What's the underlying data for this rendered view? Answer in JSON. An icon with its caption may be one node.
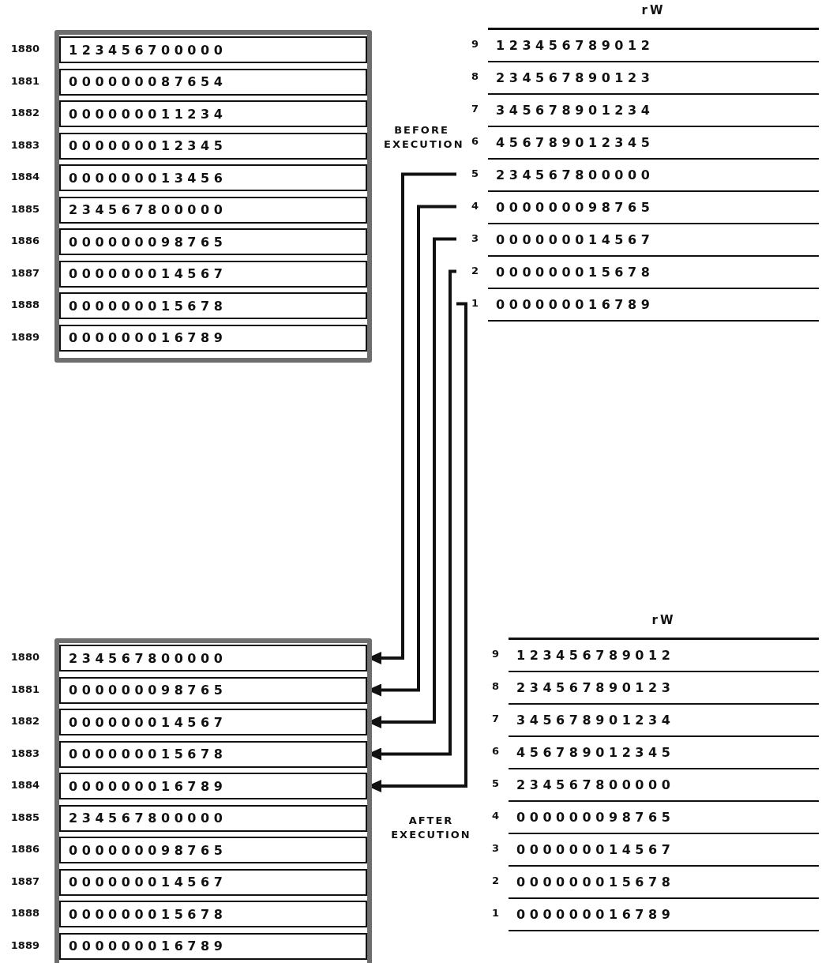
{
  "diagram": {
    "nodes": [
      {
        "text": [],
        "shape": "box"
      },
      {
        "text": [
          "1 2 3 4 5 6 7 0 0 0 0 0"
        ],
        "beside": [
          "1880"
        ],
        "in": 0
      },
      {
        "text": [
          "0 0 0 0 0 0 0 8 7 6 5 4"
        ],
        "beside": [
          "1881"
        ],
        "in": 0
      },
      {
        "text": [
          "0 0 0 0 0 0 0 1 1 2 3 4"
        ],
        "beside": [
          "1882"
        ],
        "in": 0
      },
      {
        "text": [
          "0 0 0 0 0 0 0 1 2 3 4 5"
        ],
        "beside": [
          "1883"
        ],
        "in": 0
      },
      {
        "text": [
          "0 0 0 0 0 0 0 1 3 4 5 6"
        ],
        "beside": [
          "1884"
        ],
        "in": 0
      },
      {
        "text": [
          "2 3 4 5 6 7 8 0 0 0 0 0"
        ],
        "beside": [
          "1885"
        ],
        "in": 0
      },
      {
        "text": [
          "0 0 0 0 0 0 0 9 8 7 6 5"
        ],
        "beside": [
          "1886"
        ],
        "in": 0
      },
      {
        "text": [
          "0 0 0 0 0 0 0 1 4 5 6 7"
        ],
        "beside": [
          "1887"
        ],
        "in": 0
      },
      {
        "text": [
          "0 0 0 0 0 0 0 1 5 6 7 8"
        ],
        "beside": [
          "1888"
        ],
        "in": 0
      },
      {
        "text": [
          "0 0 0 0 0 0 0 1 6 7 8 9"
        ],
        "beside": [
          "1889"
        ],
        "in": 0
      },
      {
        "text": [
          "rW"
        ]
      },
      {
        "text": [
          "1 2 3 4 5 6 7 8 9 0 1 2"
        ],
        "beside": [
          "9"
        ],
        "in": 11
      },
      {
        "text": [
          "2 3 4 5 6 7 8 9 0 1 2 3"
        ],
        "beside": [
          "8"
        ],
        "in": 11
      },
      {
        "text": [
          "3 4 5 6 7 8 9 0 1 2 3 4"
        ],
        "beside": [
          "7"
        ],
        "in": 11
      },
      {
        "text": [
          "4 5 6 7 8 9 0 1 2 3 4 5"
        ],
        "beside": [
          "6"
        ],
        "in": 11
      },
      {
        "text": [
          "2 3 4 5 6 7 8 0 0 0 0 0"
        ],
        "beside": [
          "5"
        ],
        "in": 11
      },
      {
        "text": [
          "0 0 0 0 0 0 0 9 8 7 6 5"
        ],
        "beside": [
          "4"
        ],
        "in": 11
      },
      {
        "text": [
          "0 0 0 0 0 0 0 1 4 5 6 7"
        ],
        "beside": [
          "3"
        ],
        "in": 11
      },
      {
        "text": [
          "0 0 0 0 0 0 0 1 5 6 7 8"
        ],
        "beside": [
          "2"
        ],
        "in": 11
      },
      {
        "text": [
          "0 0 0 0 0 0 0 1 6 7 8 9"
        ],
        "beside": [
          "1"
        ],
        "in": 11
      },
      {
        "text": [],
        "shape": "box"
      },
      {
        "text": [
          "2 3 4 5 6 7 8 0 0 0 0 0"
        ],
        "beside": [
          "1880"
        ],
        "in": 21
      },
      {
        "text": [
          "0 0 0 0 0 0 0 9 8 7 6 5"
        ],
        "beside": [
          "1881"
        ],
        "in": 21
      },
      {
        "text": [
          "0 0 0 0 0 0 0 1 4 5 6 7"
        ],
        "beside": [
          "1882"
        ],
        "in": 21
      },
      {
        "text": [
          "0 0 0 0 0 0 0 1 5 6 7 8"
        ],
        "beside": [
          "1883"
        ],
        "in": 21
      },
      {
        "text": [
          "0 0 0 0 0 0 0 1 6 7 8 9"
        ],
        "beside": [
          "1884"
        ],
        "in": 21
      },
      {
        "text": [
          "2 3 4 5 6 7 8 0 0 0 0 0"
        ],
        "beside": [
          "1885"
        ],
        "in": 21
      },
      {
        "text": [
          "0 0 0 0 0 0 0 9 8 7 6 5"
        ],
        "beside": [
          "1886"
        ],
        "in": 21
      },
      {
        "text": [
          "0 0 0 0 0 0 0 1 4 5 6 7"
        ],
        "beside": [
          "1887"
        ],
        "in": 21
      },
      {
        "text": [
          "0 0 0 0 0 0 0 1 5 6 7 8"
        ],
        "beside": [
          "1888"
        ],
        "in": 21
      },
      {
        "text": [
          "0 0 0 0 0 0 0 1 6 7 8 9"
        ],
        "beside": [
          "1889"
        ],
        "in": 21
      },
      {
        "text": [
          "rW"
        ]
      },
      {
        "text": [
          "1 2 3 4 5 6 7 8 9 0 1 2"
        ],
        "beside": [
          "9"
        ],
        "in": 32
      },
      {
        "text": [
          "2 3 4 5 6 7 8 9 0 1 2 3"
        ],
        "beside": [
          "8"
        ],
        "in": 32
      },
      {
        "text": [
          "3 4 5 6 7 8 9 0 1 2 3 4"
        ],
        "beside": [
          "7"
        ],
        "in": 32
      },
      {
        "text": [
          "4 5 6 7 8 9 0 1 2 3 4 5"
        ],
        "beside": [
          "6"
        ],
        "in": 32
      },
      {
        "text": [
          "2 3 4 5 6 7 8 0 0 0 0 0"
        ],
        "beside": [
          "5"
        ],
        "in": 32
      },
      {
        "text": [
          "0 0 0 0 0 0 0 9 8 7 6 5"
        ],
        "beside": [
          "4"
        ],
        "in": 32
      },
      {
        "text": [
          "0 0 0 0 0 0 0 1 4 5 6 7"
        ],
        "beside": [
          "3"
        ],
        "in": 32
      },
      {
        "text": [
          "0 0 0 0 0 0 0 1 5 6 7 8"
        ],
        "beside": [
          "2"
        ],
        "in": 32
      },
      {
        "text": [
          "0 0 0 0 0 0 0 1 6 7 8 9"
        ],
        "beside": [
          "1"
        ],
        "in": 32
      }
    ],
    "edges": [
      {
        "from": 16,
        "to": 22,
        "arrow": "to"
      },
      {
        "from": 17,
        "to": 23,
        "arrow": "to"
      },
      {
        "from": 18,
        "to": 24,
        "arrow": "to"
      },
      {
        "from": 19,
        "to": 25,
        "arrow": "to"
      },
      {
        "from": 20,
        "to": 26,
        "arrow": "to"
      }
    ],
    "labels": [
      "BEFORE EXECUTION",
      "AFTER EXECUTION"
    ]
  }
}
